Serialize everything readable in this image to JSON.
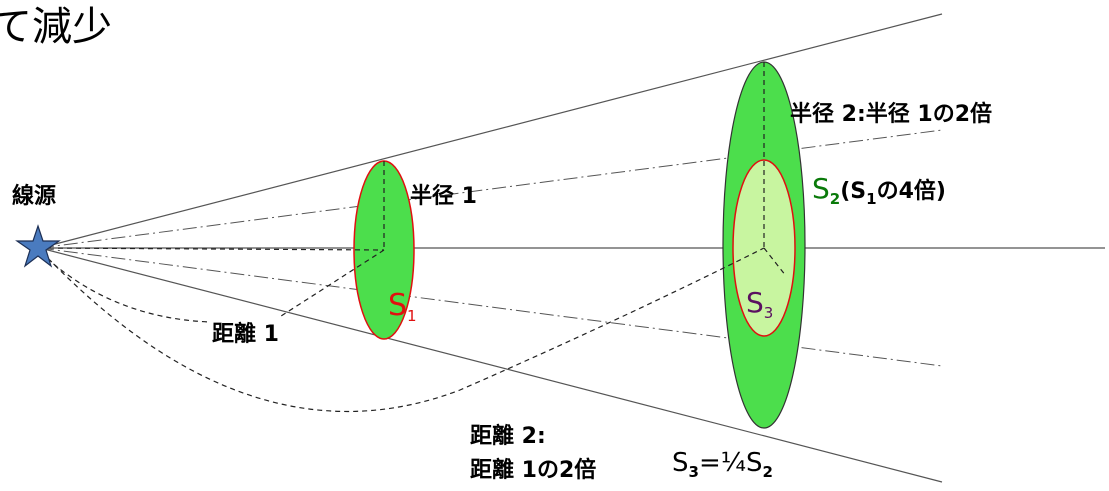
{
  "title": "て減少",
  "labels": {
    "source": "線源",
    "radius1": "半径 1",
    "radius2": "半径 2:半径 1の2倍",
    "distance1": "距離 1",
    "distance2_line1": "距離 2:",
    "distance2_line2": "距離 1の2倍"
  },
  "areas": {
    "s1": {
      "symbol": "S",
      "sub": "1"
    },
    "s2": {
      "symbol": "S",
      "sub": "2",
      "note_open": "(S",
      "note_sub": "1",
      "note_close": "の4倍)"
    },
    "s3": {
      "symbol": "S",
      "sub": "3"
    },
    "formula": {
      "lhs": "S",
      "lhs_sub": "3",
      "eq": "=¼S",
      "rhs_sub": "2"
    }
  },
  "colors": {
    "disc_fill": "#4cde4c",
    "inner_fill": "#c8f5a0",
    "outline_red": "#e01010",
    "star_fill": "#4a7bbf",
    "s1_text": "#e01010",
    "s2_text": "#0a7a0a",
    "s3_text": "#5a1060"
  }
}
